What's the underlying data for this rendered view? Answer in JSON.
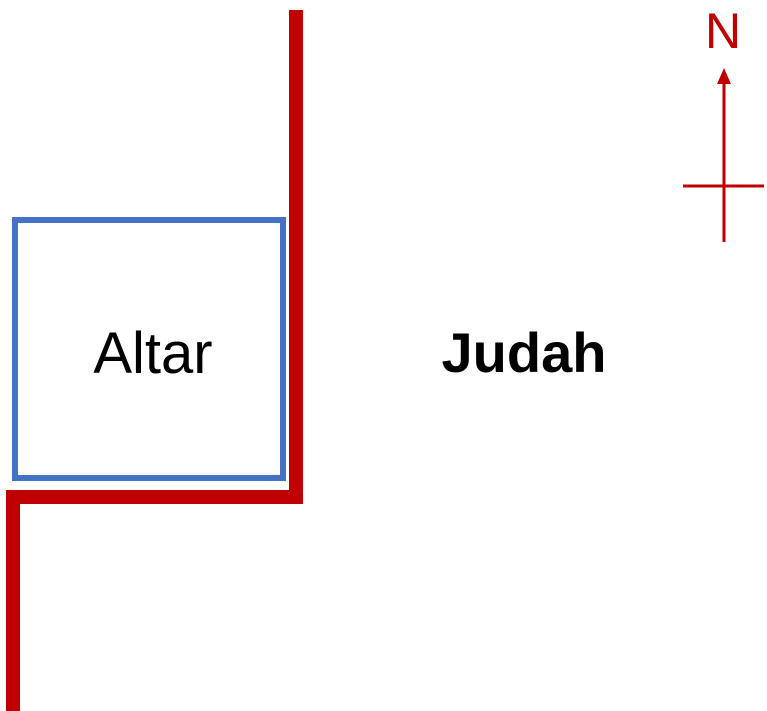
{
  "labels": {
    "altar": "Altar",
    "region": "Judah",
    "north": "N"
  },
  "colors": {
    "boundary": "#c00000",
    "altar_border": "#4472c4",
    "altar_inner_border": "#ffffff",
    "text": "#000000",
    "background": "#ffffff"
  },
  "icons": {
    "compass": "north-arrow-icon"
  }
}
